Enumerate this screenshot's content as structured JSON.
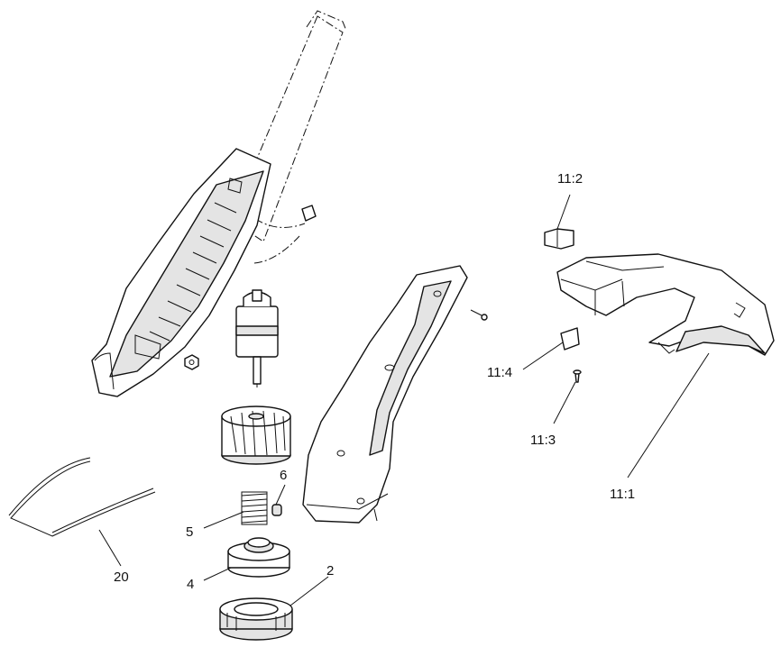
{
  "callouts": {
    "c_11_2": "11:2",
    "c_11_4": "11:4",
    "c_11_3": "11:3",
    "c_11_1": "11:1",
    "c_6": "6",
    "c_5": "5",
    "c_4": "4",
    "c_2": "2",
    "c_20": "20"
  },
  "colors": {
    "line": "#111111",
    "shade": "#e4e4e4",
    "background": "#ffffff"
  }
}
